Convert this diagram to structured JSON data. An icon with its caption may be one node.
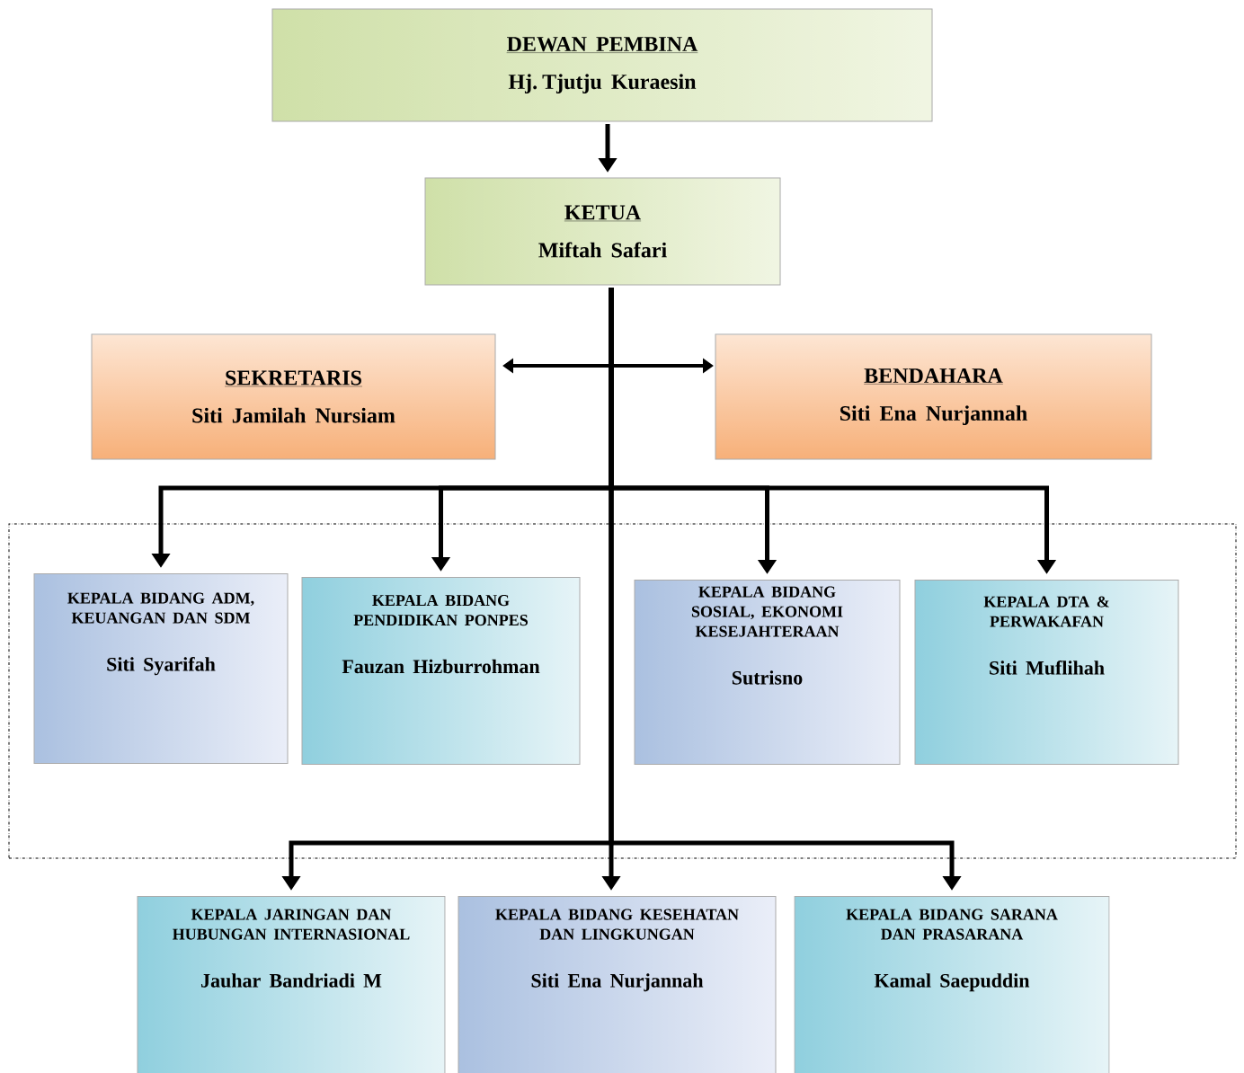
{
  "diagram": {
    "nodes": [
      {
        "text": [
          "DEWAN PEMBINA",
          "Hj. Tjutju Kuraesin"
        ]
      },
      {
        "text": [
          "KETUA",
          "Miftah Safari"
        ]
      },
      {
        "text": [
          "SEKRETARIS",
          "Siti Jamilah Nursiam"
        ]
      },
      {
        "text": [
          "BENDAHARA",
          "Siti Ena Nurjannah"
        ]
      },
      {
        "text": [],
        "shape": "box"
      },
      {
        "text": [
          "KEPALA BIDANG ADM, KEUANGAN DAN SDM",
          "Siti Syarifah"
        ],
        "in": 4
      },
      {
        "text": [
          "KEPALA BIDANG PENDIDIKAN PONPES",
          "Fauzan Hizburrohman"
        ],
        "in": 4
      },
      {
        "text": [
          "KEPALA BIDANG SOSIAL, EKONOMI KESEJAHTERAAN",
          "Sutrisno"
        ],
        "in": 4
      },
      {
        "text": [
          "KEPALA DTA & PERWAKAFAN",
          "Siti Muflihah"
        ],
        "in": 4
      },
      {
        "text": [
          "KEPALA JARINGAN DAN HUBUNGAN INTERNASIONAL",
          "Jauhar Bandriadi M"
        ]
      },
      {
        "text": [
          "KEPALA BIDANG KESEHATAN DAN LINGKUNGAN",
          "Siti Ena Nurjannah"
        ]
      },
      {
        "text": [
          "KEPALA BIDANG SARANA DAN PRASARANA",
          "Kamal Saepuddin"
        ]
      }
    ],
    "edges": [
      {
        "from": 0,
        "to": 1,
        "arrow": "to"
      },
      {
        "from": 1,
        "to": 2,
        "arrow": "to"
      },
      {
        "from": 1,
        "to": 3,
        "arrow": "to"
      },
      {
        "from": 1,
        "to": 5,
        "arrow": "to"
      },
      {
        "from": 1,
        "to": 6,
        "arrow": "to"
      },
      {
        "from": 1,
        "to": 7,
        "arrow": "to"
      },
      {
        "from": 1,
        "to": 8,
        "arrow": "to"
      },
      {
        "from": 1,
        "to": 9,
        "arrow": "to"
      },
      {
        "from": 1,
        "to": 10,
        "arrow": "to"
      },
      {
        "from": 1,
        "to": 11,
        "arrow": "to"
      }
    ]
  }
}
